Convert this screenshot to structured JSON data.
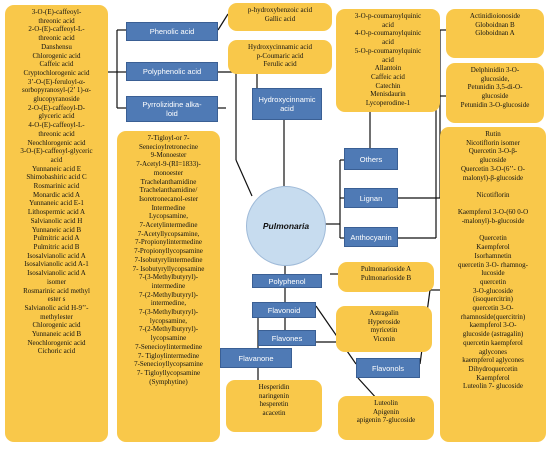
{
  "center": "Pulmonaria",
  "categories": {
    "phenolic": "Phenolic acid",
    "polyphenolic": "Polyphenolic acid",
    "pyrrolizidine": "Pyrrolizidine alka-\nloid",
    "hydroxycinnamic": "Hydroxycinnamic\nacid",
    "others": "Others",
    "lignan": "Lignan",
    "anthocyanin": "Anthocyanin",
    "polyphenol": "Polyphenol",
    "flavonoid": "Flavonoid",
    "flavones": "Flavones",
    "flavonols": "Flavonols",
    "flavanone": "Flavanone"
  },
  "compounds": {
    "left_list": "3-O-(E)-caffeoyl-\nthreonic acid\n2-O-(E)-caffeoyl-L-\nthreonic acid\nDanshensu\nChlorogenic acid\nCaffeic acid\nCryptochlorogenic acid\n3’-O-(E)-feruloyl-α-\nsorbopyranosyl-(2’ 1)-α-\nglucopyranoside\n2-O-(E)-caffeoyl-D-\nglyceric acid\n4-O-(E)-caffeoyl-L-\nthreonic acid\nNeochlorogenic acid\n3-O-(E)-caffeoyl-glyceric\nacid\nYunnaneic acid E\nShimobashiric acid C\nRosmarinic acid\nMonardic acid A\nYunnaneic acid E-1\nLithospermic acid A\nSalvianolic acid H\nYunnaneic acid B\nPulmitric acid A\nPulmitric acid B\nIsosalvianolic acid A\nIsosalvianolic acid A-1\nIsosalvianolic acid A\nisomer\nRosmarinic acid methyl\nester s\nSalvianolic acid H-9’’-\nmethylester\nChlorogenic acid\nYunnaneic acid B\nNeochlorogenic acid\nCichoric acid",
    "phenolic": "p-hydroxybenzoic acid\nGallic acid",
    "hydroxycinnamic": "Hydroxycinnamic acid\np-Coumaric acid\nFerulic acid",
    "pyrrolizidine": "7-Tigloyl-or 7-\nSenecioylretronecine\n9-Monoester\n7-Acetyl-9-(RI=1833)-\nmonoester\nTrachelanthamidine\nTrachelanthamidine/\nIsoretronecanol-ester\nIntermedine\nLycopsamine,\n7-Acetylintermedine\n7-Acetyllycopsamine,\n7-Propionylintermedine\n7-Propionyllycopsamine\n7-Isobutyrylintermedine\n7- Isobutyryllycopsamine\n7-(3-Methylbutyryl)-\nintermedine\n7-(2-Methylbutyryl)-\nintermedine,\n7-(3-Methylbutyryl)-\nlycopsamine,\n7-(2-Methylbutyryl)-\nlycopsamine\n7-Senecioylintermedine\n7- Tigloylintermedine\n7-Senecioyllycopsamine\n7- Tigloyllycopsamine\n(Symphytine)",
    "others": "3-O-p-coumaroylquinic\nacid\n4-O-p-coumaroylquinic\nacid\n5-O-p-coumaroylquinic\nacid\nAllantoin\nCaffeic acid\nCatechin\nMenisdaurin\nLycoperodine-1",
    "lignan": "Actinidioionoside\nGloboidnan B\nGloboidnan A",
    "anthocyanin": "Delphinidin 3-O-\nglucoside,\nPetunidin 3,5-di-O-\nglucoside\nPetunidin 3-O-glucoside",
    "right_list": "Rutin\nNicotiflorin isomer\nQuercetin 3-O-β-\nglucoside\nQuercetin 3-O-(6’’- O-\nmalonyl)-β-glucoside\n\nNicotiflorin\n\nKaempferol 3-O-(60 0-O\n-malonyl)-b-glucoside\n\nQuercetin\nKaempferol\nIsorhamnetin\nquercetin 3-O- rhamnog-\nlucoside\nquercetin\n3-O-glucoside\n(isoquercitrin)\nquercetin 3-O-\nrhamnoside(quercitrin)\nkaempferol 3-O-\nglucoside (astragalin)\nquercetin kaempferol\naglycones\nkaempferol aglycones\nDihydroquercetin\nKaempferol\nLuteolin 7- glucoside",
    "polyphenol": "Pulmonarioside A\nPulmonarioside B",
    "flavones": "Astragalin\nHyperoside\nmyricetin\nVicenin",
    "flavanone": "Hesperidin\nnaringenin\nhesperetin\nacacetin",
    "flavonols": "Luteolin\nApigenin\napigenin 7-glucoside"
  },
  "colors": {
    "compound_box": "#f9c84a",
    "category_box": "#4f7ab5",
    "center_circle": "#c7dcef",
    "connector": "#111111"
  }
}
